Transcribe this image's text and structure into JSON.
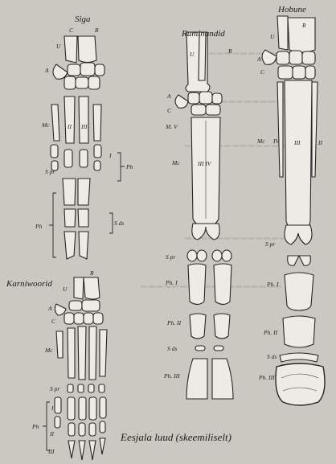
{
  "title": "Eesjala luud (skeemiliselt)",
  "panels": {
    "pig": {
      "heading": "Siga",
      "labels": {
        "R": "R",
        "C": "C",
        "U": "U",
        "A": "A",
        "Mc": "Mc",
        "II": "II",
        "III": "III",
        "Spr": "S pr",
        "Ph": "Ph",
        "I": "I",
        "Sds": "S ds"
      }
    },
    "ruminant": {
      "heading": "Ruminandid",
      "labels": {
        "U": "U",
        "R": "R",
        "A": "A",
        "C": "C",
        "MV": "M. V",
        "Mc": "Mc",
        "IIIIV": "III IV",
        "Spr": "S pr",
        "PhI": "Ph. I",
        "PhII": "Ph. II",
        "Sds": "S ds",
        "PhIII": "Ph. III"
      }
    },
    "horse": {
      "heading": "Hobune",
      "labels": {
        "U": "U",
        "R": "R",
        "A": "A",
        "C": "C",
        "Mc": "Mc",
        "IV": "IV",
        "III": "III",
        "II": "II",
        "Spr": "S pr",
        "PhI": "Ph. I",
        "PhII": "Ph. II",
        "Sds": "S ds",
        "PhIII": "Ph. III"
      }
    },
    "carnivore": {
      "heading": "Karniwoorid",
      "labels": {
        "R": "R",
        "U": "U",
        "A": "A",
        "C": "C",
        "Mc": "Mc",
        "Spr": "S pr",
        "Ph": "Ph",
        "I": "I",
        "II": "II",
        "III": "III"
      }
    }
  }
}
